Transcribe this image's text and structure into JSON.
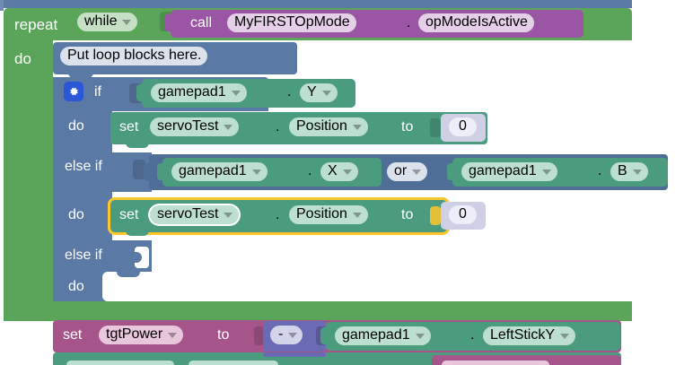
{
  "app": {
    "kind": "blockly-visual-programming-workspace",
    "accent_selected": "#ffc62b",
    "colors": {
      "control_green": "#5ba55b",
      "logic_blue": "#5b79a5",
      "procedure_purple": "#9a55a5",
      "hardware_seagreen": "#4b9b7f",
      "variable_magenta": "#a5558a",
      "math_indigo": "#6b6bb5",
      "math_number": "#cfcfe6"
    }
  },
  "blocks": {
    "top_partial": {
      "name": "partial-block-above",
      "label": ""
    },
    "repeat": {
      "keyword": "repeat",
      "mode": "while",
      "do_label": "do"
    },
    "call": {
      "keyword": "call",
      "object": "MyFIRSTOpMode",
      "member": "opModeIsActive"
    },
    "loop_placeholder": {
      "text": "Put loop blocks here."
    },
    "if_block": {
      "mutator_icon": "gear-icon",
      "if_label": "if",
      "do_label": "do",
      "else_if_label_1": "else if",
      "do_label_2": "do",
      "else_if_label_2": "else if",
      "do_label_3": "do"
    },
    "cond1": {
      "object": "gamepad1",
      "member": "Y"
    },
    "set_servo_1": {
      "keyword": "set",
      "device": "servoTest",
      "property": "Position",
      "to_label": "to",
      "value": "0"
    },
    "cond2": {
      "left": {
        "object": "gamepad1",
        "member": "X"
      },
      "operator": "or",
      "right": {
        "object": "gamepad1",
        "member": "B"
      }
    },
    "set_servo_2": {
      "keyword": "set",
      "device": "servoTest",
      "property": "Position",
      "to_label": "to",
      "value": "0",
      "selected": true
    },
    "set_tgt_power": {
      "keyword": "set",
      "variable": "tgtPower",
      "to_label": "to",
      "operator": "-",
      "object": "gamepad1",
      "member": "LeftStickY"
    },
    "bottom_partial": {
      "name": "partial-block-below",
      "label": ""
    }
  }
}
